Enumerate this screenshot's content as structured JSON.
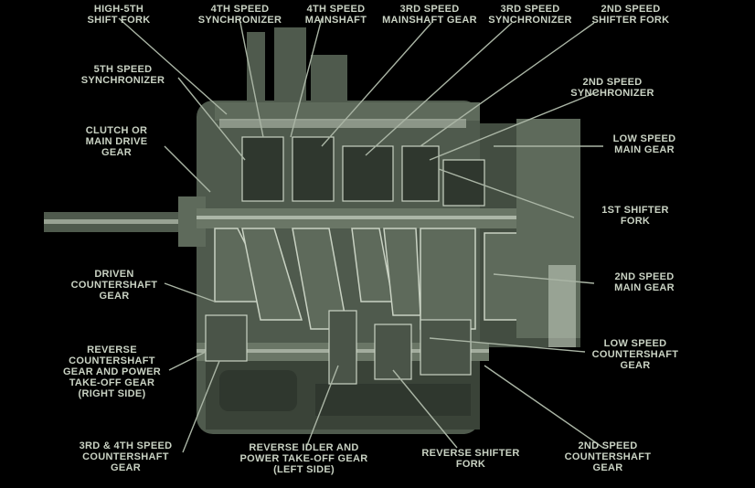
{
  "colors": {
    "background": "#000000",
    "housing": "#4f5a4d",
    "housing_dark": "#3a4338",
    "metal_light": "#c9d2c3",
    "leader": "#aab5a5"
  },
  "labels": {
    "high_shift_fork": "HIGH-5TH\nSHIFT FORK",
    "fifth_synchronizer": "4TH SPEED\nSYNCHRONIZER",
    "fourth_mainshaft_gear": "4TH SPEED\nMAINSHAFT",
    "third_mainshaft_gear": "3RD SPEED\nMAINSHAFT GEAR",
    "third_synchronizer": "3RD SPEED\nSYNCHRONIZER",
    "second_shifter_fork": "2ND SPEED\nSHIFTER FORK",
    "fifth_synchronizer_left": "5TH SPEED\nSYNCHRONIZER",
    "second_synchronizer": "2ND SPEED\nSYNCHRONIZER",
    "clutch_drive_gear": "CLUTCH OR\nMAIN DRIVE\nGEAR",
    "low_mainshaft_gear": "LOW SPEED\nMAIN GEAR",
    "first_shifter_fork": "1ST SHIFTER\nFORK",
    "driven_countershaft_gear": "DRIVEN\nCOUNTERSHAFT\nGEAR",
    "second_main_gear": "2ND SPEED\nMAIN GEAR",
    "reverse_countershaft_gear": "REVERSE\nCOUNTERSHAFT\nGEAR AND POWER\nTAKE-OFF GEAR\n(RIGHT SIDE)",
    "low_countershaft_gear": "LOW SPEED\nCOUNTERSHAFT\nGEAR",
    "third_fourth_countershaft_gear": "3RD & 4TH SPEED\nCOUNTERSHAFT\nGEAR",
    "reverse_idler_gear": "REVERSE IDLER AND\nPOWER TAKE-OFF GEAR\n(LEFT SIDE)",
    "reverse_shifter_fork": "REVERSE SHIFTER\nFORK",
    "second_countershaft_gear": "2ND SPEED\nCOUNTERSHAFT\nGEAR"
  }
}
